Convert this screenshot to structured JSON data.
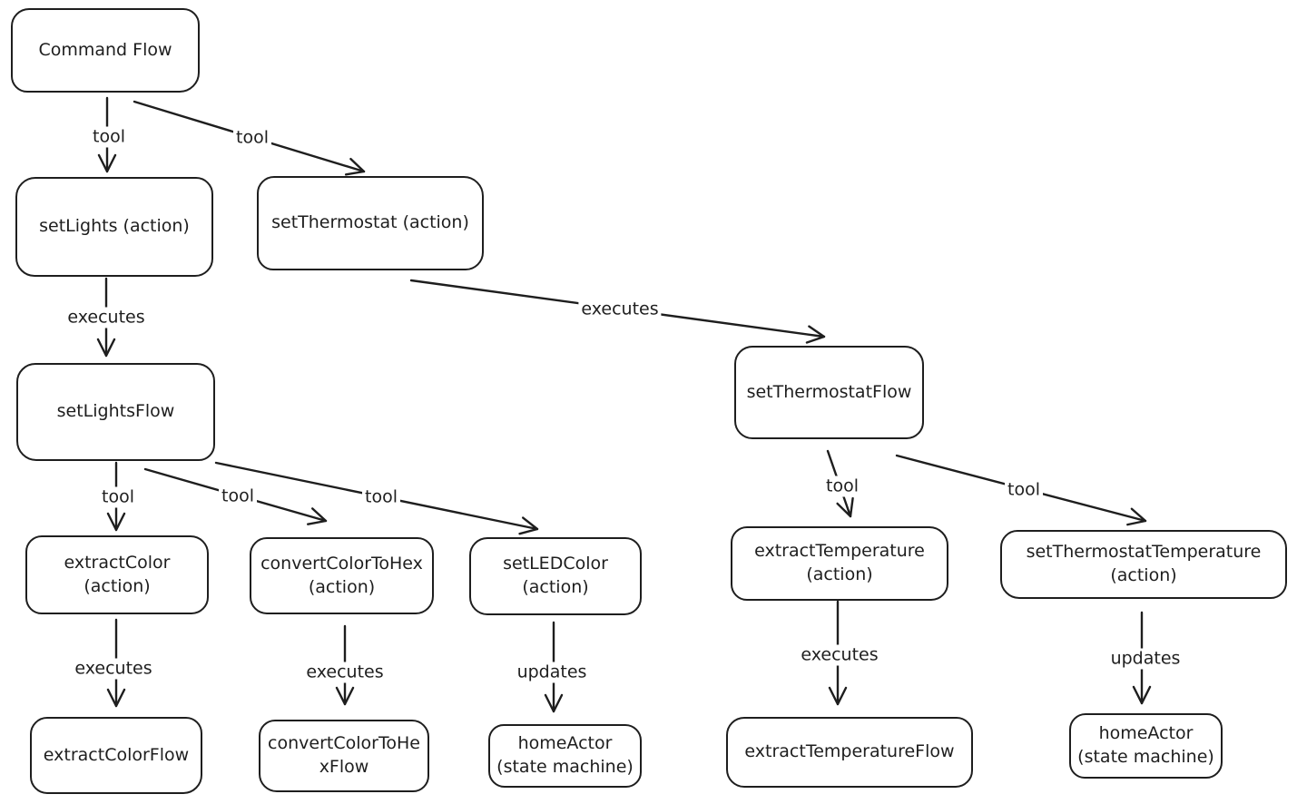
{
  "diagram": {
    "title": "Command Flow diagram",
    "background_color": "#ffffff",
    "stroke_color": "#1e1e1e",
    "text_color": "#1e1e1e",
    "nodes": [
      {
        "id": "command-flow",
        "lines": [
          "Command Flow"
        ]
      },
      {
        "id": "set-lights",
        "lines": [
          "setLights (action)"
        ]
      },
      {
        "id": "set-thermostat",
        "lines": [
          "setThermostat (action)"
        ]
      },
      {
        "id": "set-lights-flow",
        "lines": [
          "setLightsFlow"
        ]
      },
      {
        "id": "set-thermostat-flow",
        "lines": [
          "setThermostatFlow"
        ]
      },
      {
        "id": "extract-color",
        "lines": [
          "extractColor",
          "(action)"
        ]
      },
      {
        "id": "convert-color-to-hex",
        "lines": [
          "convertColorToHex",
          "(action)"
        ]
      },
      {
        "id": "set-led-color",
        "lines": [
          "setLEDColor",
          "(action)"
        ]
      },
      {
        "id": "extract-temperature",
        "lines": [
          "extractTemperature",
          "(action)"
        ]
      },
      {
        "id": "set-thermostat-temperature",
        "lines": [
          "setThermostatTemperature",
          "(action)"
        ]
      },
      {
        "id": "extract-color-flow",
        "lines": [
          "extractColorFlow"
        ]
      },
      {
        "id": "convert-color-to-hex-flow",
        "lines": [
          "convertColorToHe",
          "xFlow"
        ]
      },
      {
        "id": "home-actor-left",
        "lines": [
          "homeActor",
          "(state machine)"
        ]
      },
      {
        "id": "extract-temperature-flow",
        "lines": [
          "extractTemperatureFlow"
        ]
      },
      {
        "id": "home-actor-right",
        "lines": [
          "homeActor",
          "(state machine)"
        ]
      }
    ],
    "edges": [
      {
        "from": "command-flow",
        "to": "set-lights",
        "label": "tool"
      },
      {
        "from": "command-flow",
        "to": "set-thermostat",
        "label": "tool"
      },
      {
        "from": "set-lights",
        "to": "set-lights-flow",
        "label": "executes"
      },
      {
        "from": "set-thermostat",
        "to": "set-thermostat-flow",
        "label": "executes"
      },
      {
        "from": "set-lights-flow",
        "to": "extract-color",
        "label": "tool"
      },
      {
        "from": "set-lights-flow",
        "to": "convert-color-to-hex",
        "label": "tool"
      },
      {
        "from": "set-lights-flow",
        "to": "set-led-color",
        "label": "tool"
      },
      {
        "from": "set-thermostat-flow",
        "to": "extract-temperature",
        "label": "tool"
      },
      {
        "from": "set-thermostat-flow",
        "to": "set-thermostat-temperature",
        "label": "tool"
      },
      {
        "from": "extract-color",
        "to": "extract-color-flow",
        "label": "executes"
      },
      {
        "from": "convert-color-to-hex",
        "to": "convert-color-to-hex-flow",
        "label": "executes"
      },
      {
        "from": "set-led-color",
        "to": "home-actor-left",
        "label": "updates"
      },
      {
        "from": "extract-temperature",
        "to": "extract-temperature-flow",
        "label": "executes"
      },
      {
        "from": "set-thermostat-temperature",
        "to": "home-actor-right",
        "label": "updates"
      }
    ]
  }
}
